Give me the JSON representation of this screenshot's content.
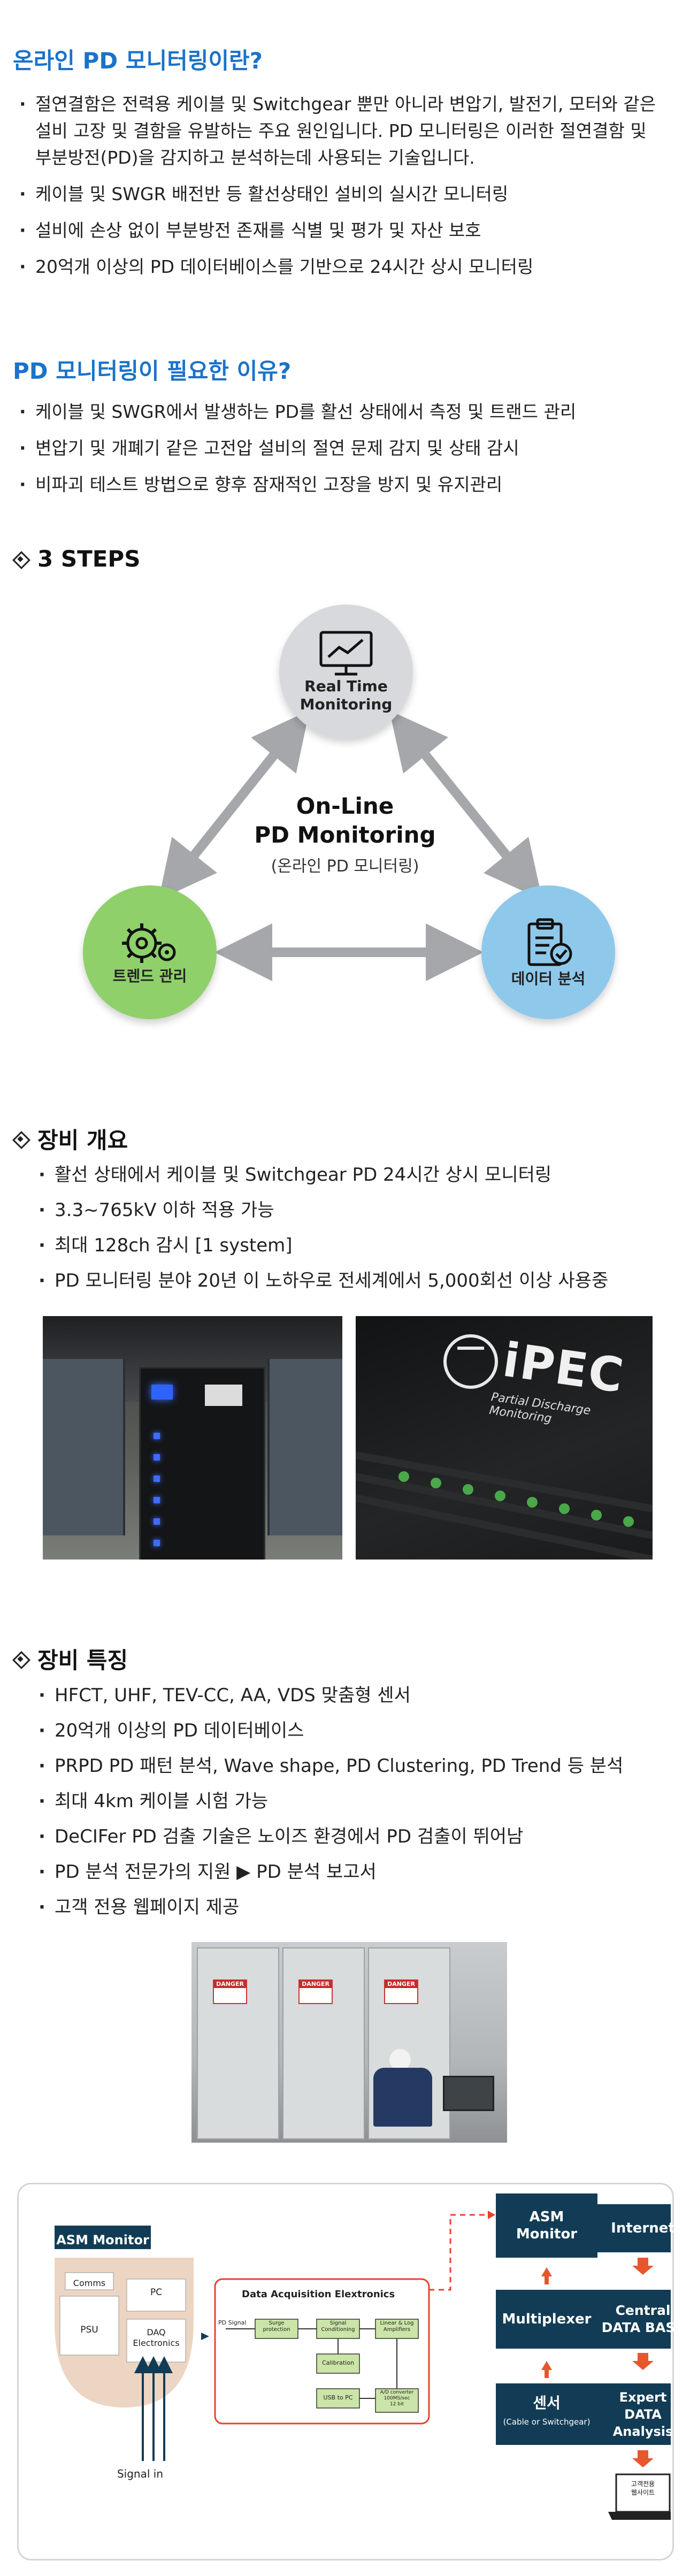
{
  "section1": {
    "title": "온라인 PD 모니터링이란?",
    "bullets": [
      "절연결함은 전력용 케이블 및 Switchgear 뿐만 아니라 변압기, 발전기, 모터와 같은 설비 고장 및 결함을 유발하는 주요 원인입니다. PD 모니터링은 이러한 절연결함 및 부분방전(PD)을 감지하고 분석하는데 사용되는 기술입니다.",
      "케이블 및 SWGR 배전반 등 활선상태인 설비의 실시간 모니터링",
      "설비에 손상 없이 부분방전 존재를 식별 및 평가 및 자산 보호",
      "20억개 이상의 PD 데이터베이스를 기반으로 24시간 상시 모니터링"
    ]
  },
  "section2": {
    "title": "PD 모니터링이 필요한 이유?",
    "bullets": [
      "케이블 및 SWGR에서 발생하는 PD를 활선 상태에서 측정 및 트랜드 관리",
      "변압기 및 개폐기 같은 고전압 설비의 절연 문제 감지 및 상태 감시",
      "비파괴 테스트 방법으로 향후 잠재적인 고장을 방지 및 유지관리"
    ]
  },
  "steps": {
    "title": "3 STEPS",
    "center_title": "On-Line\nPD Monitoring",
    "center_sub": "(온라인 PD 모니터링)",
    "items": [
      {
        "label": "Real Time\nMonitoring",
        "icon": "monitor-chart-icon"
      },
      {
        "label": "트렌드 관리",
        "icon": "gears-icon"
      },
      {
        "label": "데이터 분석",
        "icon": "clipboard-check-icon"
      }
    ],
    "colors": {
      "gray": "#d7d9dc",
      "green": "#8fd06b",
      "blue": "#8ec9ec",
      "arrow": "#a5a7aa"
    }
  },
  "overview": {
    "title": "장비 개요",
    "bullets": [
      "활선 상태에서 케이블 및 Switchgear PD 24시간 상시 모니터링",
      "3.3~765kV 이하 적용 가능",
      "최대 128ch 감시 [1 system]",
      "PD 모니터링 분야 20년 이 노하우로  전세계에서 5,000회선 이상 사용중"
    ],
    "photo2_brand": "iPEC",
    "photo2_tagline": "Partial Discharge Monitoring"
  },
  "features": {
    "title": "장비 특징",
    "bullets": [
      "HFCT, UHF, TEV-CC, AA, VDS 맞춤형 센서",
      "20억개 이상의 PD 데이터베이스",
      "PRPD PD 패턴 분석, Wave shape, PD Clustering, PD Trend 등 분석",
      "최대 4km 케이블 시험 가능",
      "DeCIFer PD 검출 기술은 노이즈 환경에서 PD 검출이 뛰어남",
      "PD 분석 전문가의 지원 ▶ PD 분석 보고서",
      "고객 전용 웹페이지 제공"
    ],
    "photo_signs": [
      "DANGER",
      "DANGER",
      "DANGER"
    ]
  },
  "diagram": {
    "asm_title": "ASM Monitor",
    "comms": "Comms",
    "psu": "PSU",
    "pc": "PC",
    "daq": "DAQ\nElectronics",
    "signal_in": "Signal in",
    "daq_box_title": "Data Acquisition Elextronics",
    "pd_signal": "PD Signal",
    "sub_surge": "Surge\nprotection",
    "sub_cond": "Signal\nConditioning",
    "sub_linear": "Linear & Log\nAmplifiers",
    "sub_calib": "Calibration",
    "sub_usb": "USB to PC",
    "sub_adc": "A/D converter\n100MS/sec\n12 bit",
    "panel_asm": "ASM\nMonitor",
    "panel_internet": "Internet",
    "panel_mux": "Multiplexer",
    "panel_central": "Central\nDATA BASE",
    "panel_sensor": "센서",
    "panel_sensor_sub": "(Cable or Switchgear)",
    "panel_expert": "Expert\nDATA Analysis",
    "laptop": "고객전용\n웹사이트",
    "colors": {
      "navy": "#123c55",
      "red": "#e8412c",
      "tan": "#ecd5c2",
      "orange_arrow": "#e6572d"
    }
  }
}
